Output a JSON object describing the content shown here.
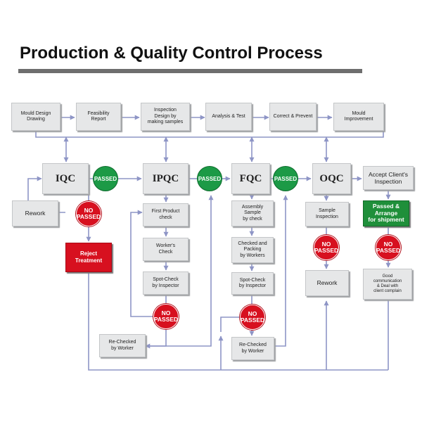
{
  "title": "Production & Quality Control Process",
  "top_steps": [
    "Mould Design\nDrawing",
    "Feasibility\nReport",
    "Inspection\nDesign by\nmaking samples",
    "Analysis & Test",
    "Correct & Prevent",
    "Mould\nImprovement"
  ],
  "stages": {
    "iqc": "IQC",
    "ipqc": "IPQC",
    "fqc": "FQC",
    "oqc": "OQC"
  },
  "accept_inspection": "Accept Client's\nInspection",
  "rework_left": "Rework",
  "reject_treatment": "Reject Treatment",
  "ipqc_steps": [
    "First Product\ncheck",
    "Worker's\nCheck",
    "Spot-Check\nby Inspector"
  ],
  "ipqc_recheck": "Re-Checked\nby Worker",
  "fqc_steps": [
    "Assembly\nSample\nby check",
    "Checked and\nPacking\nby Workers",
    "Spot-Check\nby Inspector"
  ],
  "fqc_recheck": "Re-Checked\nby Worker",
  "oqc_sample": "Sample\nInspection",
  "oqc_rework": "Rework",
  "shipment": "Passed &\nArrange\nfor shipment",
  "client_note": "Good\ncommunication\n& Deal with\nclient complain",
  "badges": {
    "passed": "PASSED",
    "no_passed": "NO\nPASSED"
  },
  "colors": {
    "box_fill": "#e6e7e8",
    "connector": "#8e95c6",
    "passed_green": "#1c9a46",
    "no_passed_red": "#d7101f",
    "shipment_green": "#1f8f3a",
    "title_rule": "#6e6e6e"
  }
}
